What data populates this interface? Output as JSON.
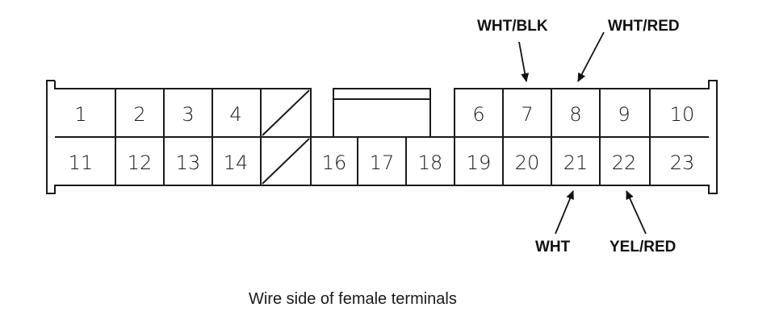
{
  "connector": {
    "top_row_pins": [
      "1",
      "2",
      "3",
      "4",
      "6",
      "7",
      "8",
      "9",
      "10"
    ],
    "bottom_row_pins": [
      "11",
      "12",
      "13",
      "14",
      "16",
      "17",
      "18",
      "19",
      "20",
      "21",
      "22",
      "23"
    ]
  },
  "wire_labels": {
    "pin7": "WHT/BLK",
    "pin8": "WHT/RED",
    "pin21": "WHT",
    "pin22": "YEL/RED"
  },
  "caption": "Wire side of female terminals"
}
